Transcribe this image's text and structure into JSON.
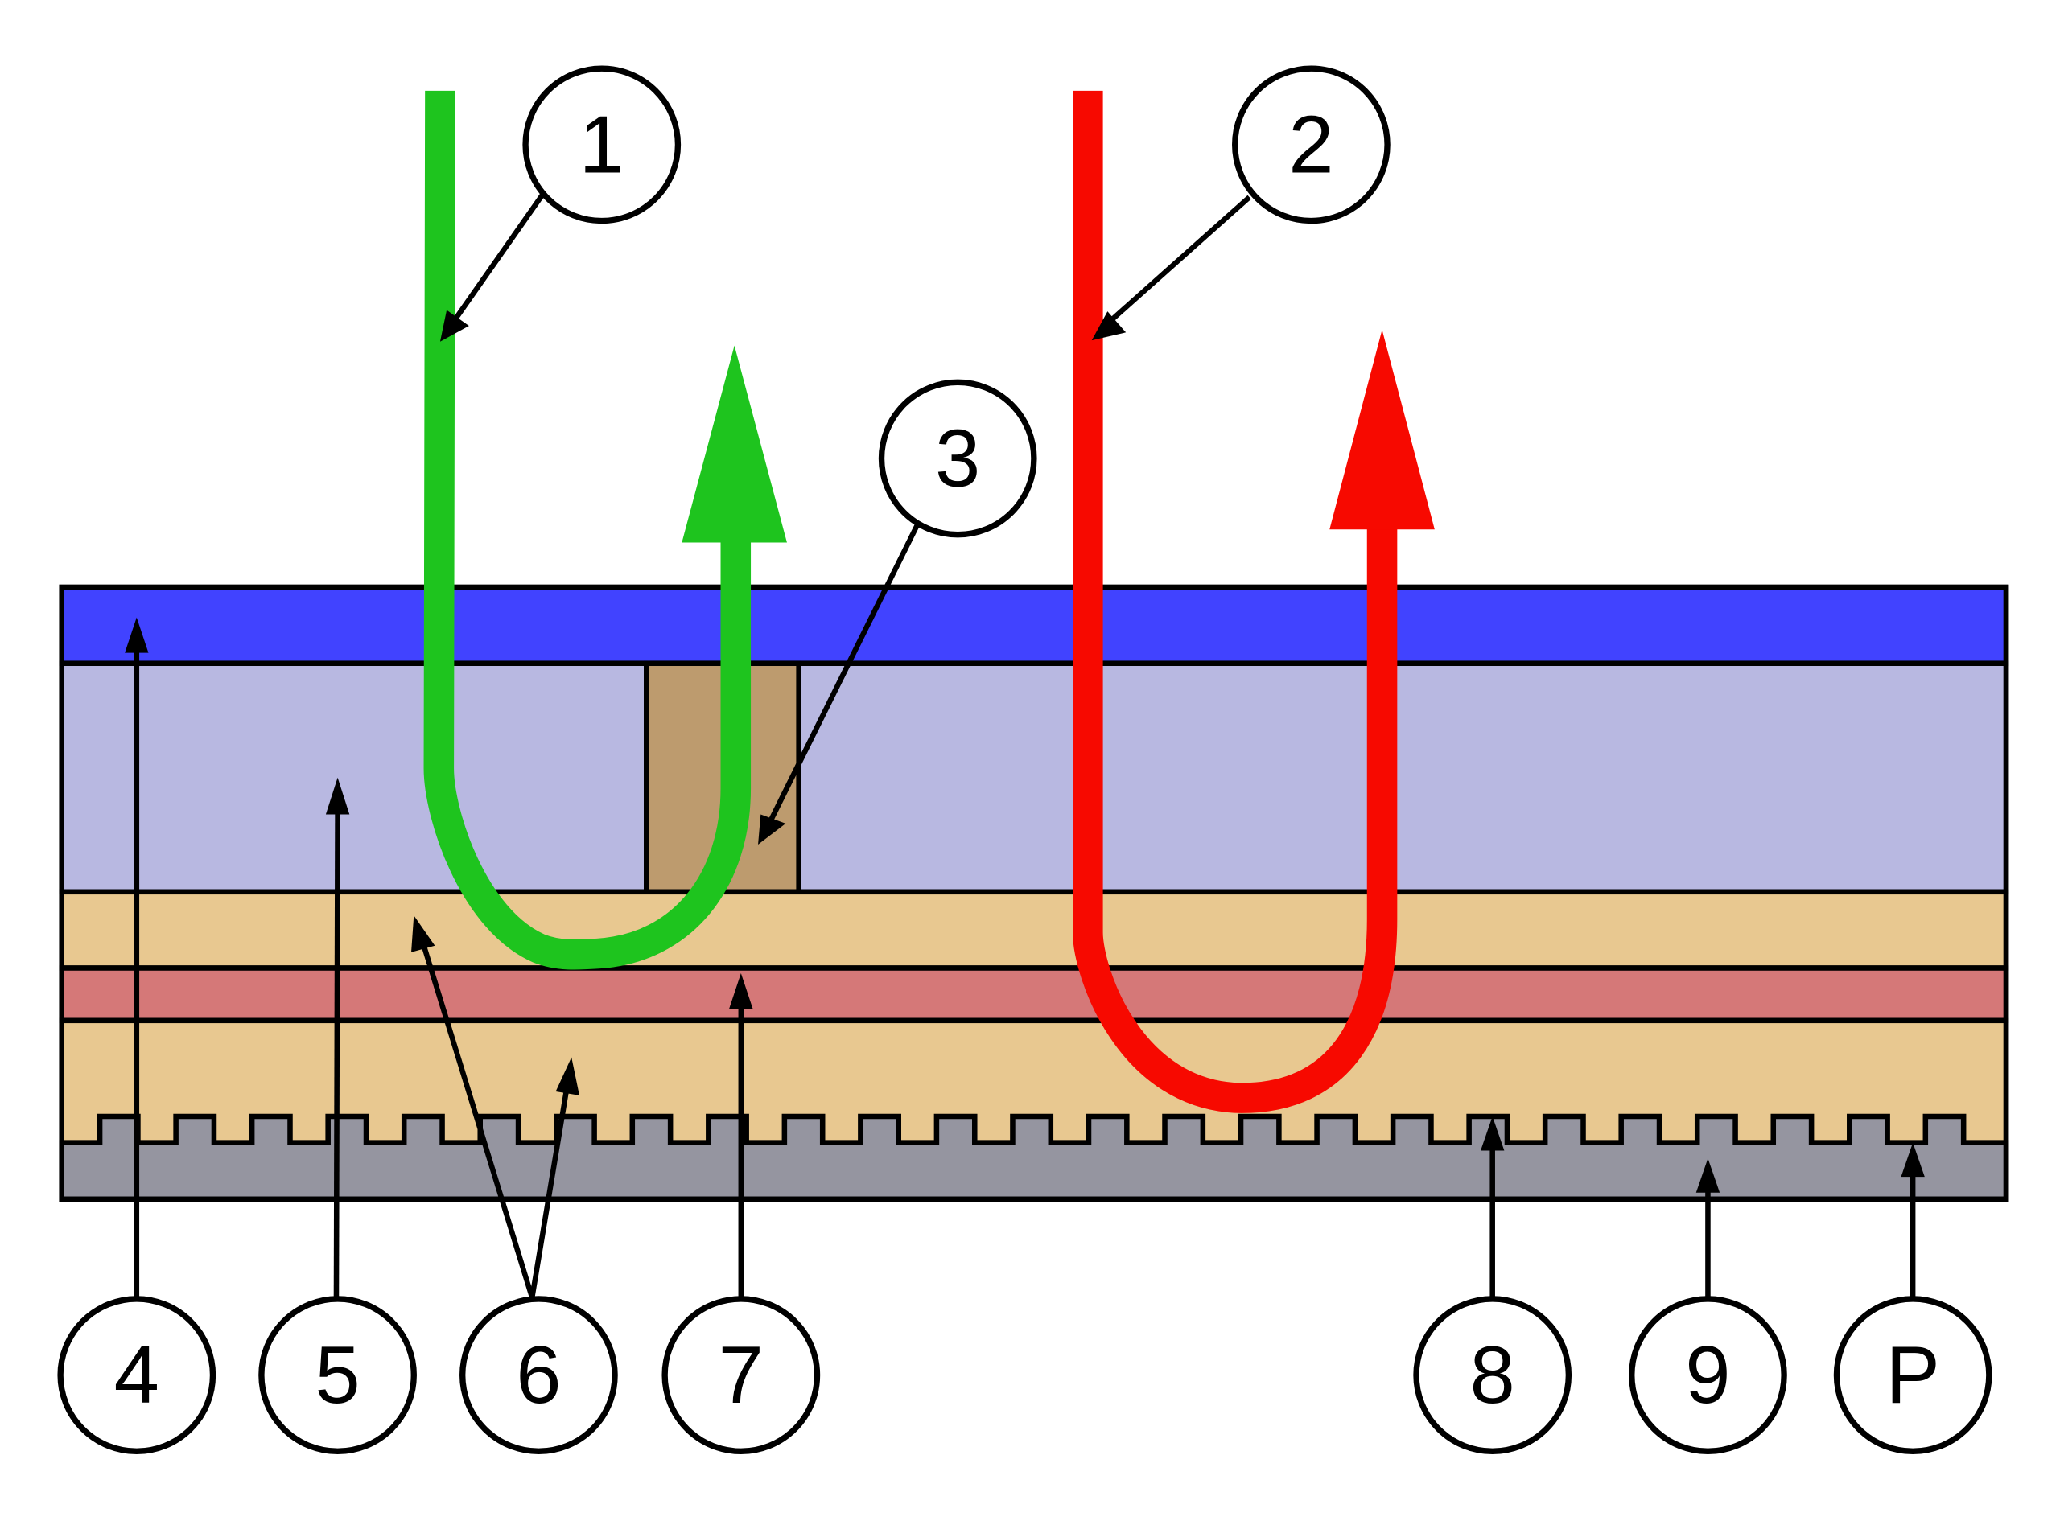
{
  "diagram": {
    "type": "cross-section with labeled layers and flow arrows",
    "colors": {
      "top_layer": "#4143ff",
      "upper_layer": "#b8b8e1",
      "insert_block": "#bd9b6e",
      "tan_layer": "#e8c890",
      "pink_layer": "#d57878",
      "base_layer": "#9595a0",
      "green_flow": "#1ec41e",
      "red_flow": "#f70900",
      "outline": "#000000",
      "background": "#ffffff"
    },
    "flows": [
      {
        "id": "green",
        "label": "1",
        "direction": "down-then-up"
      },
      {
        "id": "red",
        "label": "2",
        "direction": "down-then-up"
      }
    ],
    "callouts": [
      {
        "id": "c1",
        "text": "1",
        "target": "green-flow"
      },
      {
        "id": "c2",
        "text": "2",
        "target": "red-flow"
      },
      {
        "id": "c3",
        "text": "3",
        "target": "insert-block"
      },
      {
        "id": "c4",
        "text": "4",
        "target": "top-layer"
      },
      {
        "id": "c5",
        "text": "5",
        "target": "upper-layer"
      },
      {
        "id": "c6",
        "text": "6",
        "target": "tan-layers"
      },
      {
        "id": "c7",
        "text": "7",
        "target": "pink-layer"
      },
      {
        "id": "c8",
        "text": "8",
        "target": "tooth-interface"
      },
      {
        "id": "c9",
        "text": "9",
        "target": "base-layer"
      },
      {
        "id": "cP",
        "text": "P",
        "target": "base-layer-surface"
      }
    ]
  }
}
